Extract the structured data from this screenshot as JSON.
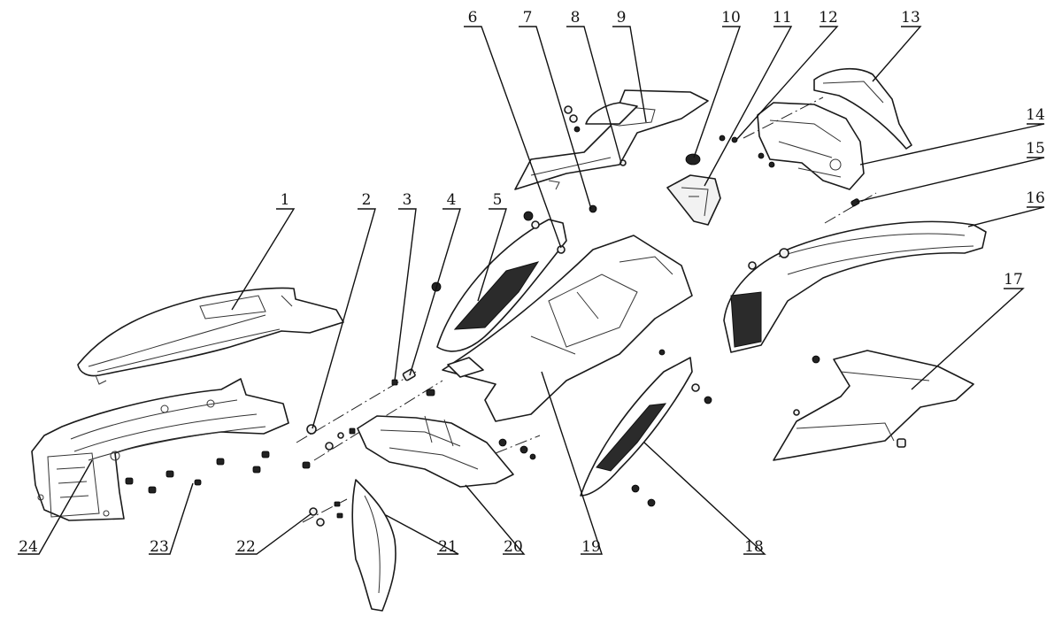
{
  "callouts": [
    {
      "id": 1,
      "label": "1"
    },
    {
      "id": 2,
      "label": "2"
    },
    {
      "id": 3,
      "label": "3"
    },
    {
      "id": 4,
      "label": "4"
    },
    {
      "id": 5,
      "label": "5"
    },
    {
      "id": 6,
      "label": "6"
    },
    {
      "id": 7,
      "label": "7"
    },
    {
      "id": 8,
      "label": "8"
    },
    {
      "id": 9,
      "label": "9"
    },
    {
      "id": 10,
      "label": "10"
    },
    {
      "id": 11,
      "label": "11"
    },
    {
      "id": 12,
      "label": "12"
    },
    {
      "id": 13,
      "label": "13"
    },
    {
      "id": 14,
      "label": "14"
    },
    {
      "id": 15,
      "label": "15"
    },
    {
      "id": 16,
      "label": "16"
    },
    {
      "id": 17,
      "label": "17"
    },
    {
      "id": 18,
      "label": "18"
    },
    {
      "id": 19,
      "label": "19"
    },
    {
      "id": 20,
      "label": "20"
    },
    {
      "id": 21,
      "label": "21"
    },
    {
      "id": 22,
      "label": "22"
    },
    {
      "id": 23,
      "label": "23"
    },
    {
      "id": 24,
      "label": "24"
    }
  ]
}
